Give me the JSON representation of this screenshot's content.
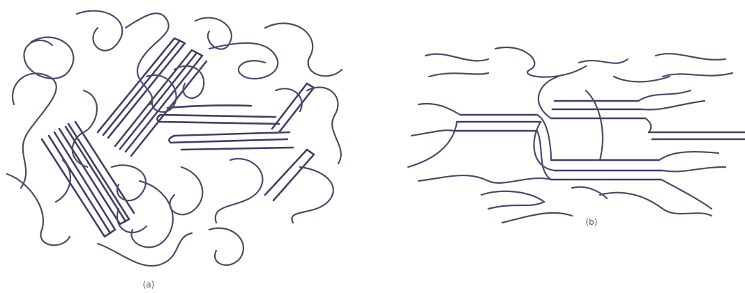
{
  "figure": {
    "panels": [
      {
        "id": "a",
        "label": "(a)",
        "description_label": ""
      },
      {
        "id": "b",
        "label": "(b)",
        "description_label": ""
      }
    ]
  },
  "colors": {
    "ink": "#3d3f66",
    "background": "#ffffff"
  }
}
